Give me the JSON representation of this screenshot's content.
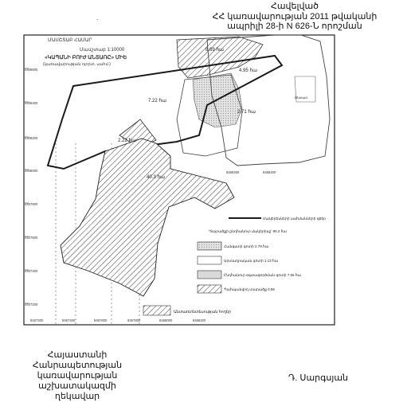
{
  "header": {
    "line1": "Հավելված",
    "line2": "ՀՀ կառավարության 2011 թվականի",
    "line3": "ապրիլի 28-ի N 626-Ն որոշման"
  },
  "map": {
    "top_label": "ՄԱՍՇՏԱԲ ՀԱՄԱՐ",
    "scale": "Մասշտաբ 1:10000",
    "title": "«ԿԱՊԱՆԻ ԲՈՒԺ ԱՆՏԱՌԸ» ՄԻԵ",
    "subtitle": "(կառավարության ոլորտ. սահմ.)",
    "areas": [
      "8.69 հա",
      "4.95 հա",
      "7.22 հա",
      "2.71 հա",
      "2.22 հա",
      "40.3 հա"
    ],
    "y_ticks": [
      "4408600",
      "4408400",
      "4408200",
      "4408000",
      "4407800",
      "4407600",
      "4407400",
      "4407200"
    ],
    "x_ticks": [
      "8467200",
      "8467400",
      "8467600",
      "8467800",
      "8468000",
      "8468200"
    ],
    "inset_ticks": [
      "8468200",
      "8468400"
    ],
    "inset_label": "Անտառ",
    "note": "*Տարածքի ընդհանուր մակերեսը՝ 95.2 հա",
    "legend": [
      "Մակերեսների սահմանների գծեր",
      "Հանգստի գոտի 2.79 հա",
      "Արտադրական գոտի 1.13 հա",
      "Ընդհանուր օգտագործման գոտի 7.56 հա",
      "Պահպանվող տարածք 0.56",
      "Անտառտնտեսության հողեր"
    ],
    "legend_colors": {
      "line": "#1a1a1a",
      "hatch": "#3a3a3a",
      "fill": "#d9d9d9"
    }
  },
  "footer": {
    "left_line1": "Հայաստանի Հանրապետության",
    "left_line2": "կառավարության աշխատակազմի",
    "left_line3": "ղեկավար",
    "right_name": "Դ. Սարգսյան"
  }
}
